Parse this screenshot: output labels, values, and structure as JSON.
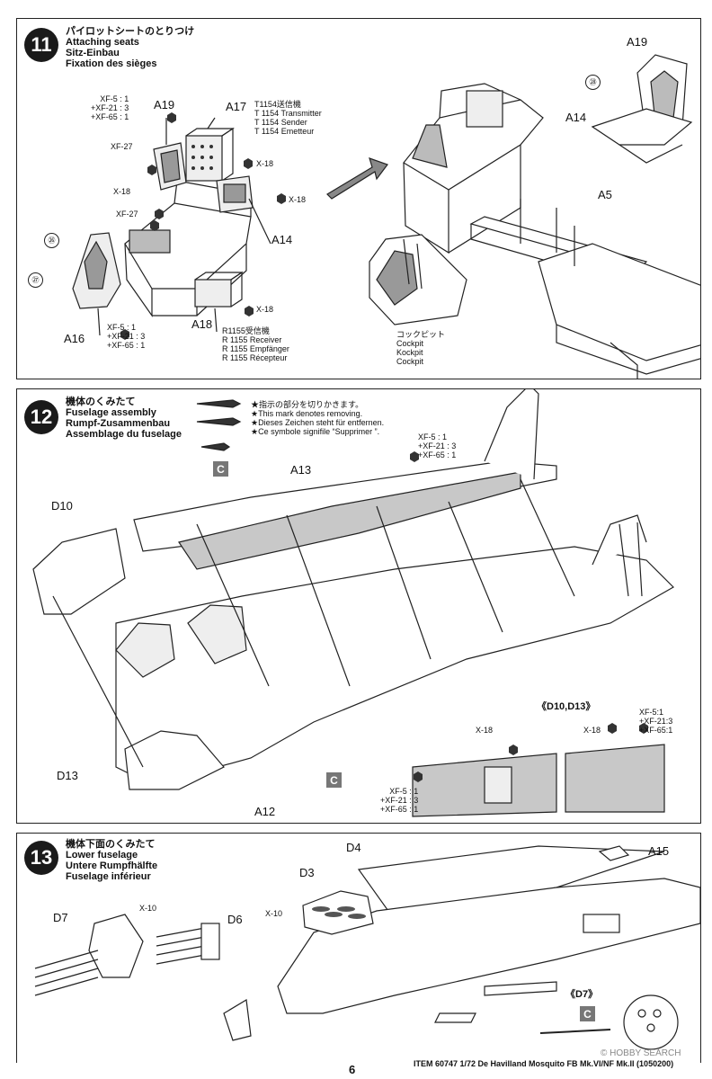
{
  "step11": {
    "number": "11",
    "title_jp": "パイロットシートのとりつけ",
    "title_en": "Attaching seats",
    "title_de": "Sitz-Einbau",
    "title_fr": "Fixation des sièges",
    "parts": {
      "a19": "A19",
      "a17": "A17",
      "a14": "A14",
      "a16": "A16",
      "a18": "A18",
      "a5": "A5",
      "a19_right": "A19",
      "a14_right": "A14"
    },
    "paint_a19": [
      "XF-5 : 1",
      "+XF-21 : 3",
      "+XF-65 : 1"
    ],
    "paint_a16": [
      "XF-5 : 1",
      "+XF-21 : 3",
      "+XF-65 : 1"
    ],
    "xf27_a": "XF-27",
    "xf27_b": "XF-27",
    "x18_a": "X-18",
    "x18_b": "X-18",
    "x18_c": "X-18",
    "x18_d": "X-18",
    "transmitter": [
      "T1154送信機",
      "T 1154 Transmitter",
      "T 1154 Sender",
      "T 1154 Emetteur"
    ],
    "receiver": [
      "R1155受信機",
      "R 1155 Receiver",
      "R 1155 Empfänger",
      "R 1155 Récepteur"
    ],
    "cockpit": [
      "コックピット",
      "Cockpit",
      "Kockpit",
      "Cockpit"
    ],
    "decal_26": "㉖",
    "decal_27": "㉗",
    "decal_28": "㉘"
  },
  "step12": {
    "number": "12",
    "title_jp": "機体のくみたて",
    "title_en": "Fuselage assembly",
    "title_de": "Rumpf-Zusammenbau",
    "title_fr": "Assemblage du fuselage",
    "remove_notes": [
      "★指示の部分を切りかきます。",
      "★This mark denotes removing.",
      "★Dieses Zeichen steht für entfernen.",
      "★Ce symbole signifile “Supprimer ”."
    ],
    "paint_a13": [
      "XF-5 : 1",
      "+XF-21 : 3",
      "+XF-65 : 1"
    ],
    "parts": {
      "a13": "A13",
      "d10": "D10",
      "d13": "D13",
      "a12": "A12"
    },
    "c_box": "C",
    "c_box_b": "C",
    "detail_title": "《D10,D13》",
    "detail_x18_a": "X-18",
    "detail_x18_b": "X-18",
    "detail_paint_left": [
      "XF-5 : 1",
      "+XF-21 : 3",
      "+XF-65 : 1"
    ],
    "detail_paint_right": [
      "XF-5:1",
      "+XF-21:3",
      "+XF-65:1"
    ]
  },
  "step13": {
    "number": "13",
    "title_jp": "機体下面のくみたて",
    "title_en": "Lower fuselage",
    "title_de": "Untere Rumpfhälfte",
    "title_fr": "Fuselage inférieur",
    "parts": {
      "d4": "D4",
      "a15": "A15",
      "d3": "D3",
      "d7": "D7",
      "d6": "D6"
    },
    "x10_a": "X-10",
    "x10_b": "X-10",
    "detail_d7": "《D7》",
    "c_box": "C"
  },
  "footer": {
    "item": "ITEM 60747  1/72 De Havilland Mosquito FB Mk.VI/NF Mk.II (1050200)",
    "page": "6"
  },
  "watermark": "© HOBBY SEARCH"
}
